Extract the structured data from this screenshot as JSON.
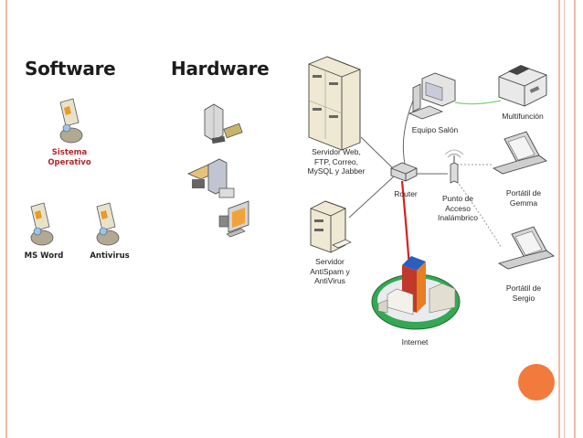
{
  "software": {
    "heading": "Software",
    "os_line1": "Sistema",
    "os_line2": "Operativo",
    "msword": "MS Word",
    "antivirus": "Antivirus"
  },
  "hardware": {
    "heading": "Hardware"
  },
  "network": {
    "server_web": "Servidor Web,\nFTP, Correo,\nMySQL y Jabber",
    "server_antispam": "Servidor\nAntiSpam y\nAntiVirus",
    "router": "Router",
    "access_point": "Punto de\nAcceso\nInalámbrico",
    "equipo_salon": "Equipo Salón",
    "multifuncion": "Multifunción",
    "portatil_gemma": "Portátil de\nGemma",
    "portatil_sergio": "Portátil de\nSergio",
    "internet": "Internet"
  },
  "colors": {
    "frame": "#f3b9a6",
    "accent_dot": "#f37a3d",
    "os_label": "#b2262b",
    "internet_link": "#d52020",
    "printer_link": "#7fd36f"
  }
}
